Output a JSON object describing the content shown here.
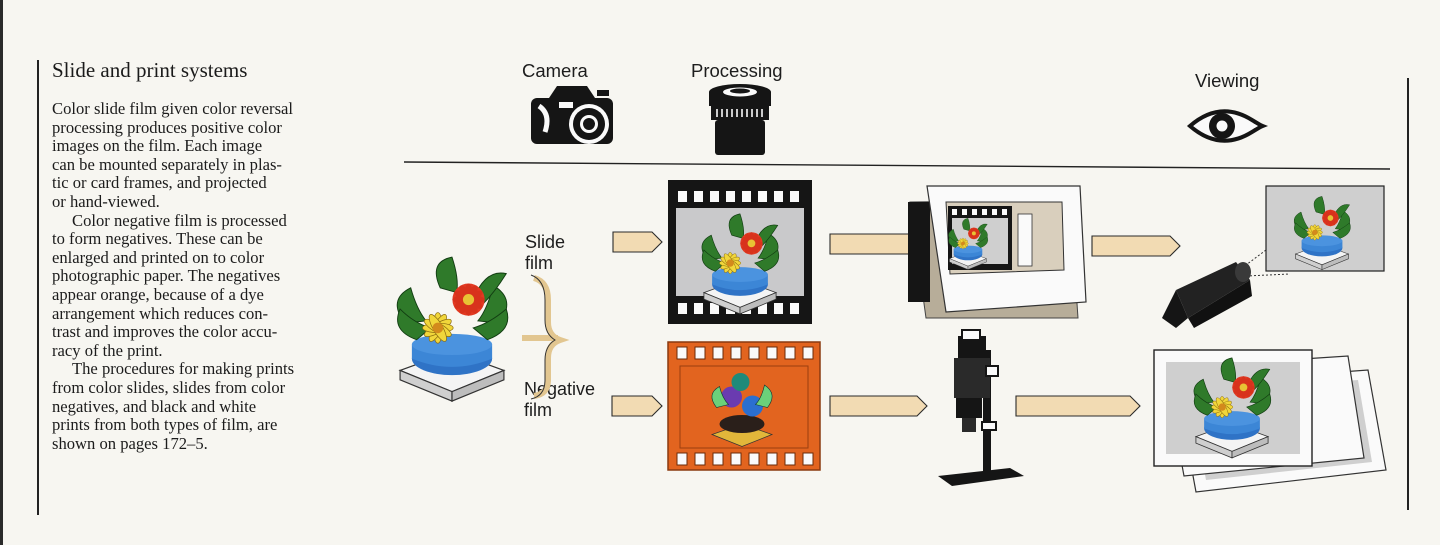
{
  "article": {
    "title": "Slide and print systems",
    "paragraphs": [
      "Color slide film given color reversal\nprocessing produces positive color\nimages on the film. Each image\ncan be mounted separately in plas-\ntic or card frames, and projected\nor hand-viewed.",
      "Color negative film is processed\nto form negatives. These can be\nenlarged and printed on to color\nphotographic paper. The negatives\nappear orange, because of a dye\narrangement which reduces con-\ntrast and improves the color accu-\nracy of the print.",
      "The procedures for making prints\nfrom color slides, slides from color\nnegatives, and black and white\nprints from both types of film, are\nshown on pages 172–5."
    ]
  },
  "diagram": {
    "columns": {
      "camera": "Camera",
      "processing": "Processing",
      "viewing": "Viewing"
    },
    "rows": {
      "slide": "Slide\nfilm",
      "negative": "Negative\nfilm"
    }
  },
  "colors": {
    "arrow_fill": "#f2dbb3",
    "negative_orange": "#e2641f",
    "film_black": "#141414",
    "frame_gray": "#c9c9cb"
  }
}
